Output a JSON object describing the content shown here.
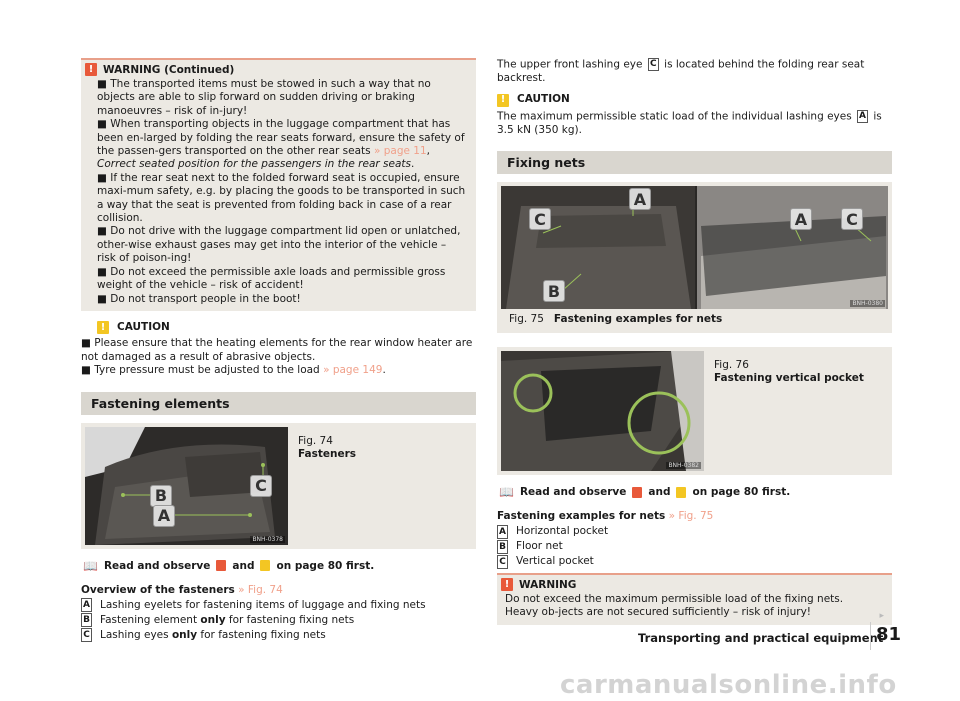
{
  "left": {
    "warning": {
      "heading": "WARNING (Continued)",
      "items": [
        "The transported items must be stowed in such a way that no objects are able to slip forward on sudden driving or braking manoeuvres – risk of in-jury!",
        "When transporting objects in the luggage compartment that has been en-larged by folding the rear seats forward, ensure the safety of the passen-gers transported on the other rear seats ",
        "If the rear seat next to the folded forward seat is occupied, ensure maxi-mum safety, e.g. by placing the goods to be transported in such a way that the seat is prevented from folding back in case of a rear collision.",
        "Do not drive with the luggage compartment lid open or unlatched, other-wise exhaust gases may get into the interior of the vehicle – risk of poison-ing!",
        "Do not exceed the permissible axle loads and permissible gross weight of the vehicle – risk of accident!",
        "Do not transport people in the boot!"
      ],
      "item2_link": "» page 11",
      "item2_italic": "Correct seated position for the passengers in the rear seats",
      "bullet": "■"
    },
    "caution": {
      "heading": "CAUTION",
      "item1": "Please ensure that the heating elements for the rear window heater are not damaged as a result of abrasive objects.",
      "item2_text": "Tyre pressure must be adjusted to the load ",
      "item2_link": "» page 149",
      "bullet": "■"
    },
    "section_title": "Fastening elements",
    "figure": {
      "label": "Fig. 74",
      "caption": "Fasteners",
      "code": "BNH-0378",
      "markers": [
        "B",
        "C",
        "A"
      ]
    },
    "read_observe": {
      "prefix": "Read and observe",
      "and": "and",
      "suffix": "on page 80 first."
    },
    "overview": {
      "heading": "Overview of the fasteners",
      "link": "» Fig. 74",
      "items": [
        {
          "key": "A",
          "pre": "Lashing eyelets for fastening items of luggage and fixing nets",
          "bold": "",
          "post": ""
        },
        {
          "key": "B",
          "pre": "Fastening element ",
          "bold": "only",
          "post": " for fastening fixing nets"
        },
        {
          "key": "C",
          "pre": "Lashing eyes ",
          "bold": "only",
          "post": " for fastening fixing nets"
        }
      ]
    }
  },
  "right": {
    "intro": {
      "pre": "The upper front lashing eye",
      "key": "C",
      "post": "is located behind the folding rear seat backrest."
    },
    "caution": {
      "heading": "CAUTION",
      "pre": "The maximum permissible static load of the individual lashing eyes",
      "key": "A",
      "post": "is 3.5 kN (350 kg)."
    },
    "section_title": "Fixing nets",
    "fig75": {
      "label": "Fig. 75",
      "caption": "Fastening examples for nets",
      "code": "BNH-0380",
      "markers": [
        "A",
        "C",
        "B",
        "A",
        "C"
      ]
    },
    "fig76": {
      "label": "Fig. 76",
      "caption": "Fastening vertical pocket",
      "code": "BNH-0382"
    },
    "read_observe": {
      "prefix": "Read and observe",
      "and": "and",
      "suffix": "on page 80 first."
    },
    "examples": {
      "heading": "Fastening examples for nets",
      "link": "» Fig. 75",
      "items": [
        {
          "key": "A",
          "text": "Horizontal pocket"
        },
        {
          "key": "B",
          "text": "Floor net"
        },
        {
          "key": "C",
          "text": "Vertical pocket"
        }
      ]
    },
    "warning": {
      "heading": "WARNING",
      "text": "Do not exceed the maximum permissible load of the fixing nets. Heavy ob-jects are not secured sufficiently – risk of injury!"
    }
  },
  "footer": {
    "title": "Transporting and practical equipment",
    "page": "81"
  },
  "watermark": "carmanualsonline.info",
  "icons": {
    "warning": "!",
    "caution": "!"
  },
  "colors": {
    "warning_icon": "#e8593a",
    "caution_icon": "#f3c623",
    "link": "#f0a08a",
    "box_bg": "#ece9e3",
    "section_bg": "#d9d6cf"
  }
}
